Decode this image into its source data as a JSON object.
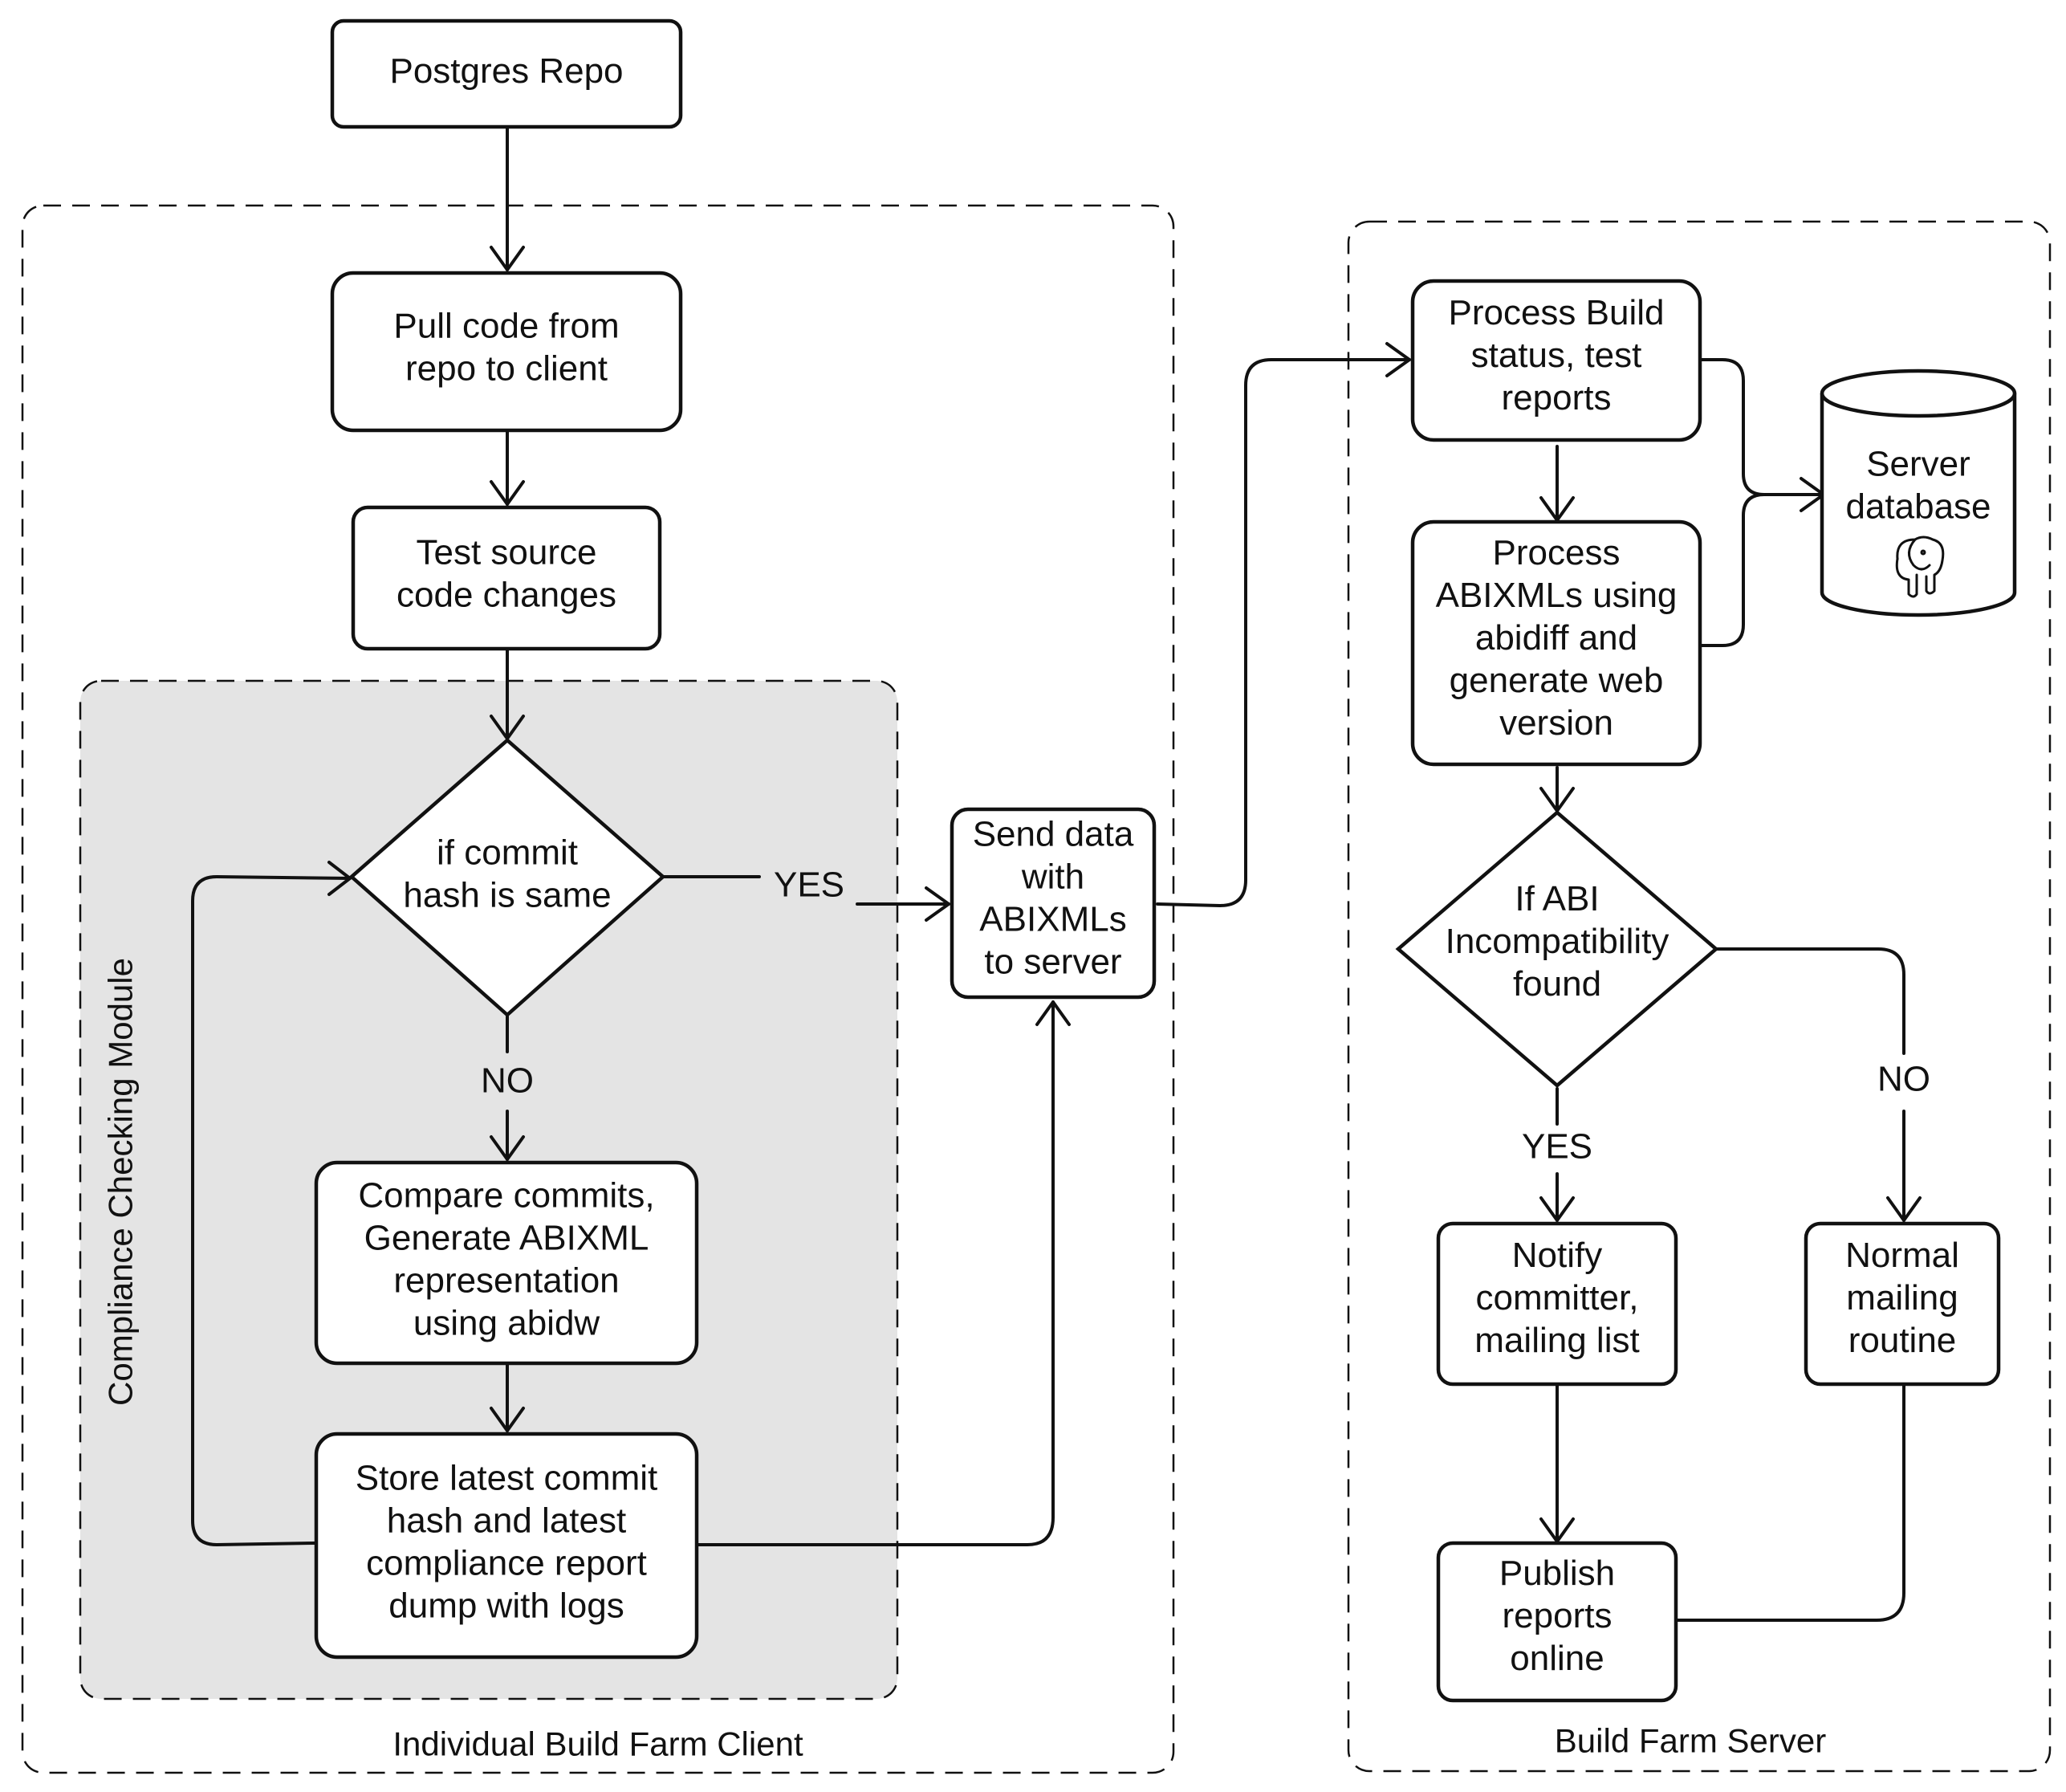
{
  "groups": {
    "client": "Individual Build Farm Client",
    "server": "Build Farm Server",
    "module": "Compliance Checking Module"
  },
  "nodes": {
    "repo": [
      "Postgres Repo"
    ],
    "pull": [
      "Pull code from",
      "repo to client"
    ],
    "test": [
      "Test source",
      "code changes"
    ],
    "decision_commit": [
      "if commit",
      "hash is same"
    ],
    "compare": [
      "Compare commits,",
      "Generate ABIXML",
      "representation",
      "using abidw"
    ],
    "store": [
      "Store latest commit",
      "hash and latest",
      "compliance report",
      "dump with logs"
    ],
    "send": [
      "Send data",
      "with",
      "ABIXMLs",
      "to server"
    ],
    "process_build": [
      "Process Build",
      "status, test",
      "reports"
    ],
    "process_abixml": [
      "Process",
      "ABIXMLs using",
      "abidiff and",
      "generate web",
      "version"
    ],
    "database": [
      "Server",
      "database"
    ],
    "decision_abi": [
      "If ABI",
      "Incompatibility",
      "found"
    ],
    "notify": [
      "Notify",
      "committer,",
      "mailing list"
    ],
    "normal": [
      "Normal",
      "mailing",
      "routine"
    ],
    "publish": [
      "Publish",
      "reports",
      "online"
    ]
  },
  "edge_labels": {
    "commit_yes": "YES",
    "commit_no": "NO",
    "abi_yes": "YES",
    "abi_no": "NO"
  },
  "icons": {
    "database_icon": "postgres-elephant-icon"
  }
}
